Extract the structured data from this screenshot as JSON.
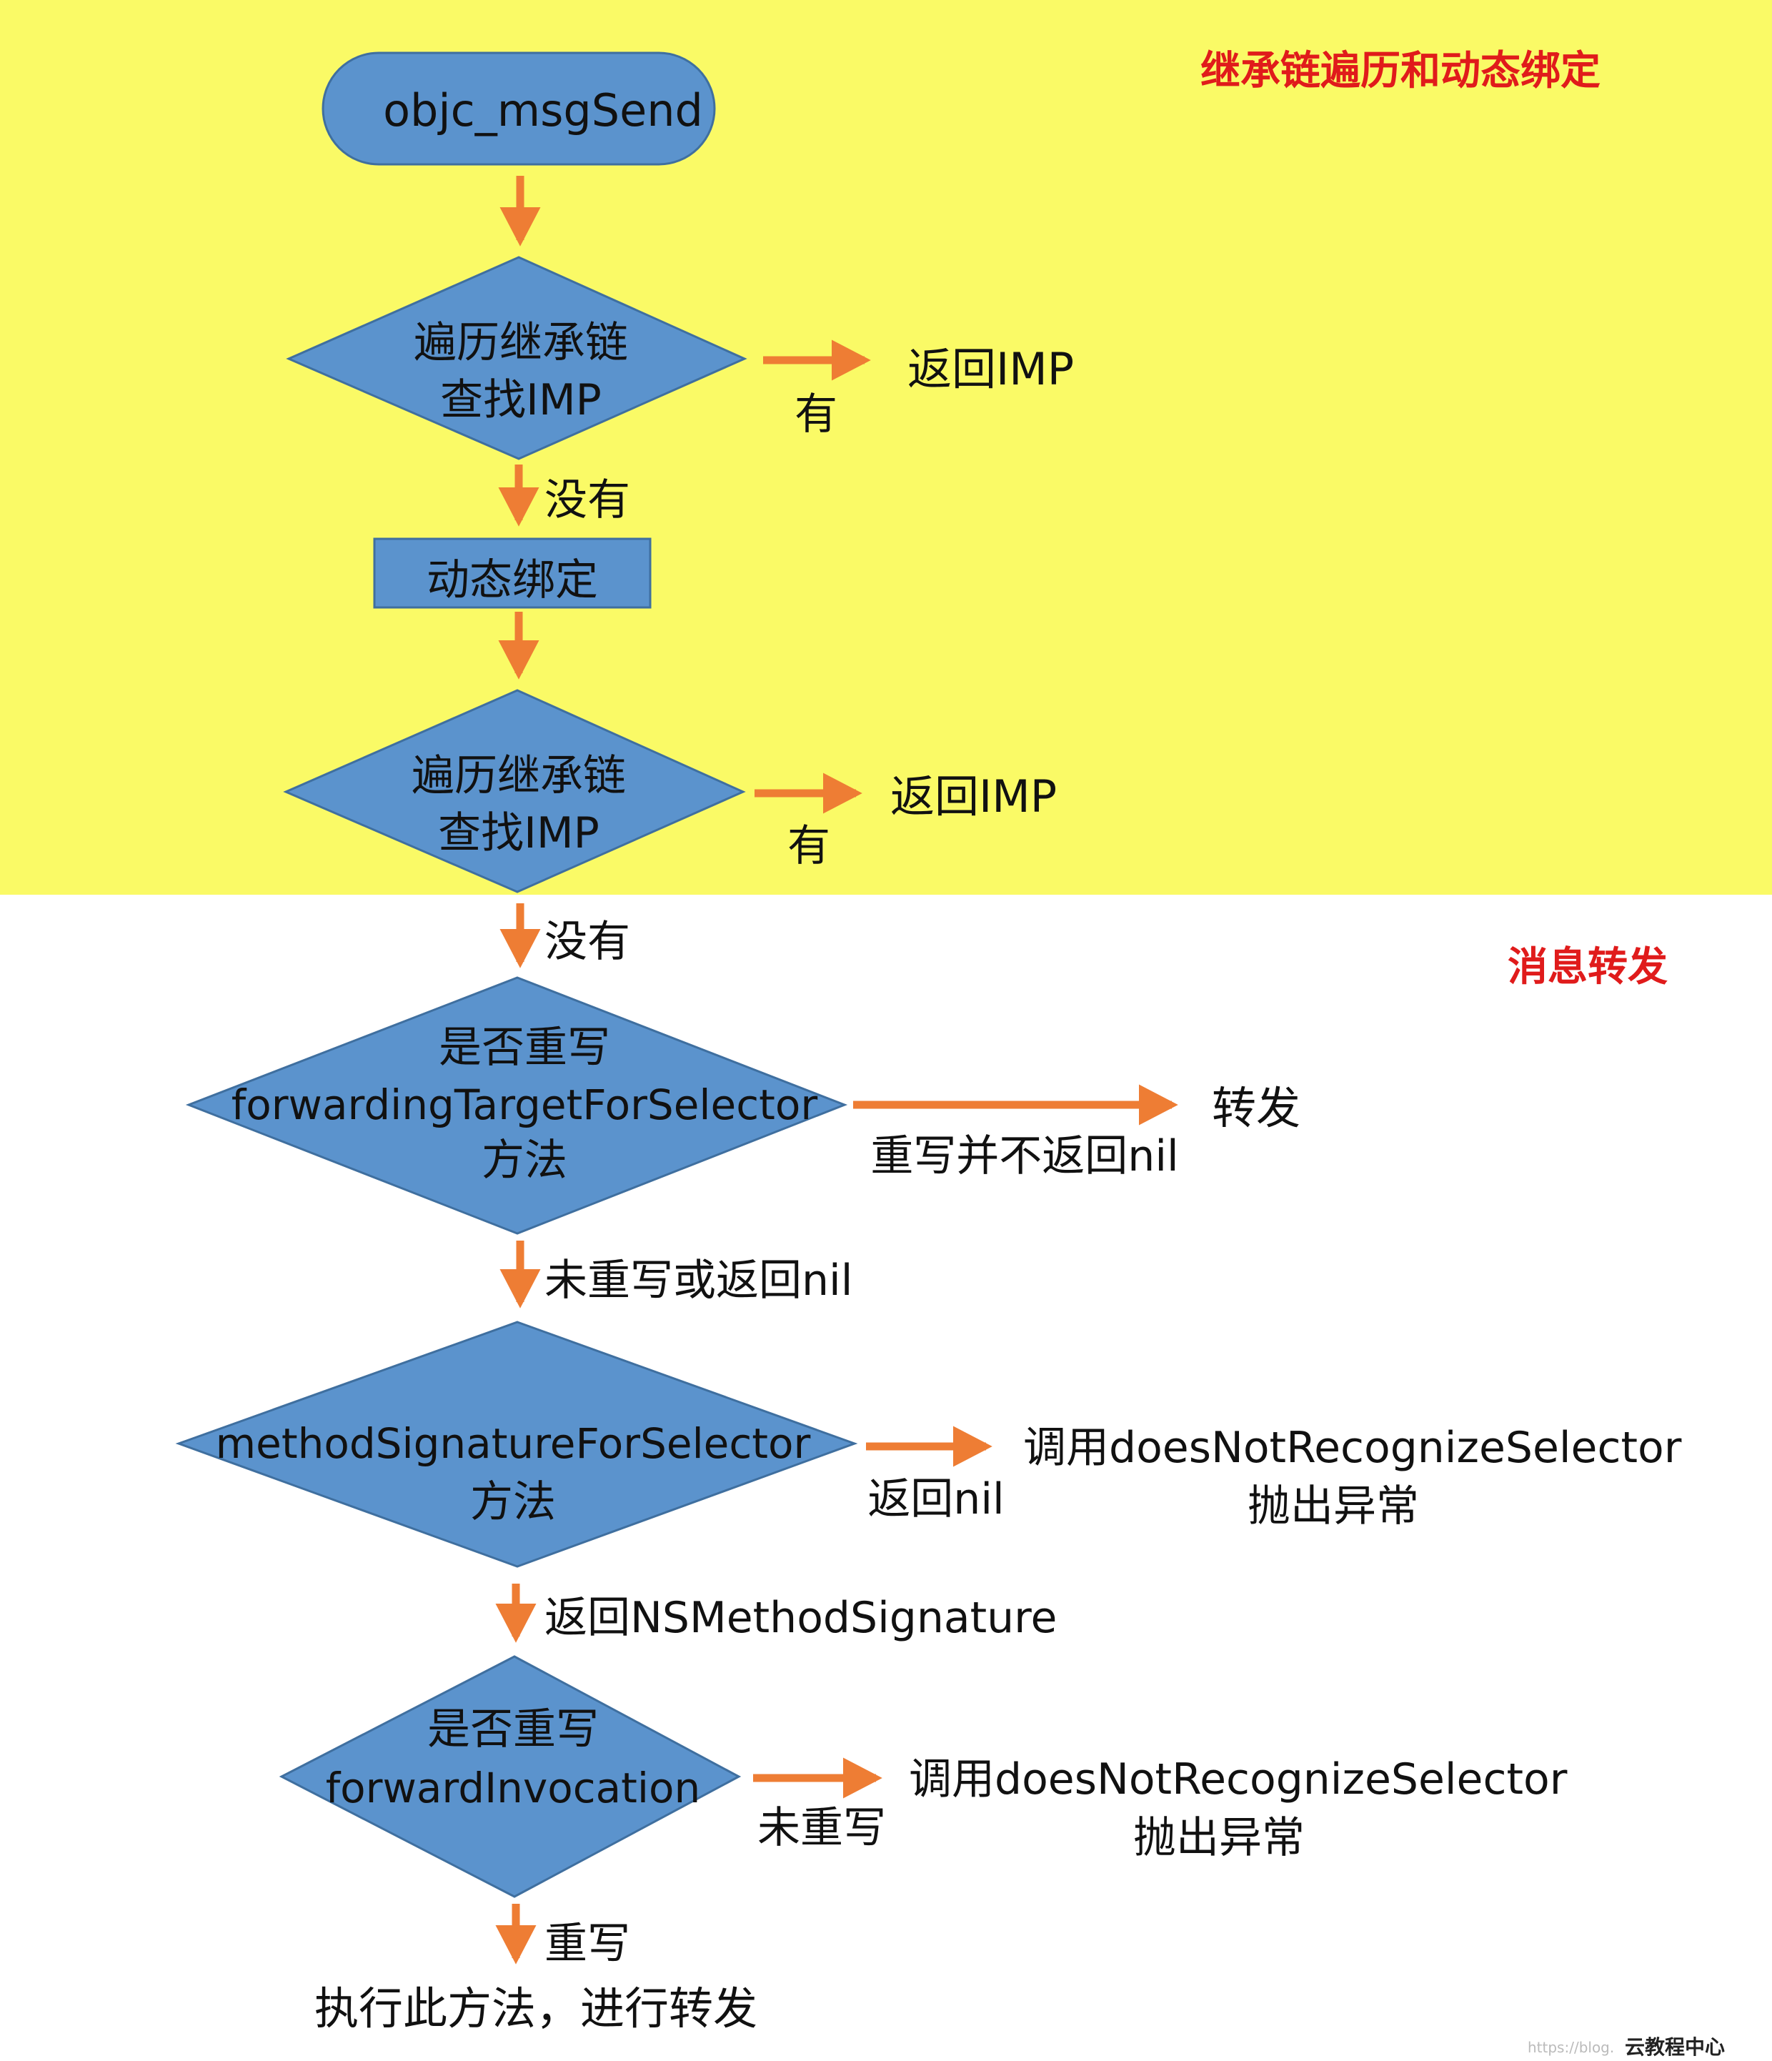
{
  "colors": {
    "section_bg": "#fafa66",
    "node_fill": "#5b93cd",
    "node_stroke": "#3f6f9f",
    "arrow": "#ee7d34",
    "section_title": "#e01b1b"
  },
  "sections": {
    "inheritance": "继承链遍历和动态绑定",
    "forwarding": "消息转发"
  },
  "nodes": {
    "start": "objc_msgSend",
    "lookup1": [
      "遍历继承链",
      "查找IMP"
    ],
    "dynamic_binding": "动态绑定",
    "lookup2": [
      "遍历继承链",
      "查找IMP"
    ],
    "forwarding_target": [
      "是否重写",
      "forwardingTargetForSelector",
      "方法"
    ],
    "method_signature": [
      "methodSignatureForSelector",
      "方法"
    ],
    "forward_invocation": [
      "是否重写",
      "forwardInvocation"
    ],
    "final": "执行此方法，进行转发"
  },
  "results": {
    "return_imp_1": "返回IMP",
    "return_imp_2": "返回IMP",
    "forward": "转发",
    "exception_1": [
      "调用doesNotRecognizeSelector",
      "抛出异常"
    ],
    "exception_2": [
      "调用doesNotRecognizeSelector",
      "抛出异常"
    ]
  },
  "edge_labels": {
    "has_1": "有",
    "none_1": "没有",
    "has_2": "有",
    "none_2": "没有",
    "overridden_not_nil": "重写并不返回nil",
    "not_overridden_or_nil": "未重写或返回nil",
    "returns_nil": "返回nil",
    "returns_signature": "返回NSMethodSignature",
    "not_overridden": "未重写",
    "overridden": "重写"
  },
  "watermark": {
    "url": "https://blog.",
    "site": "云教程中心"
  }
}
